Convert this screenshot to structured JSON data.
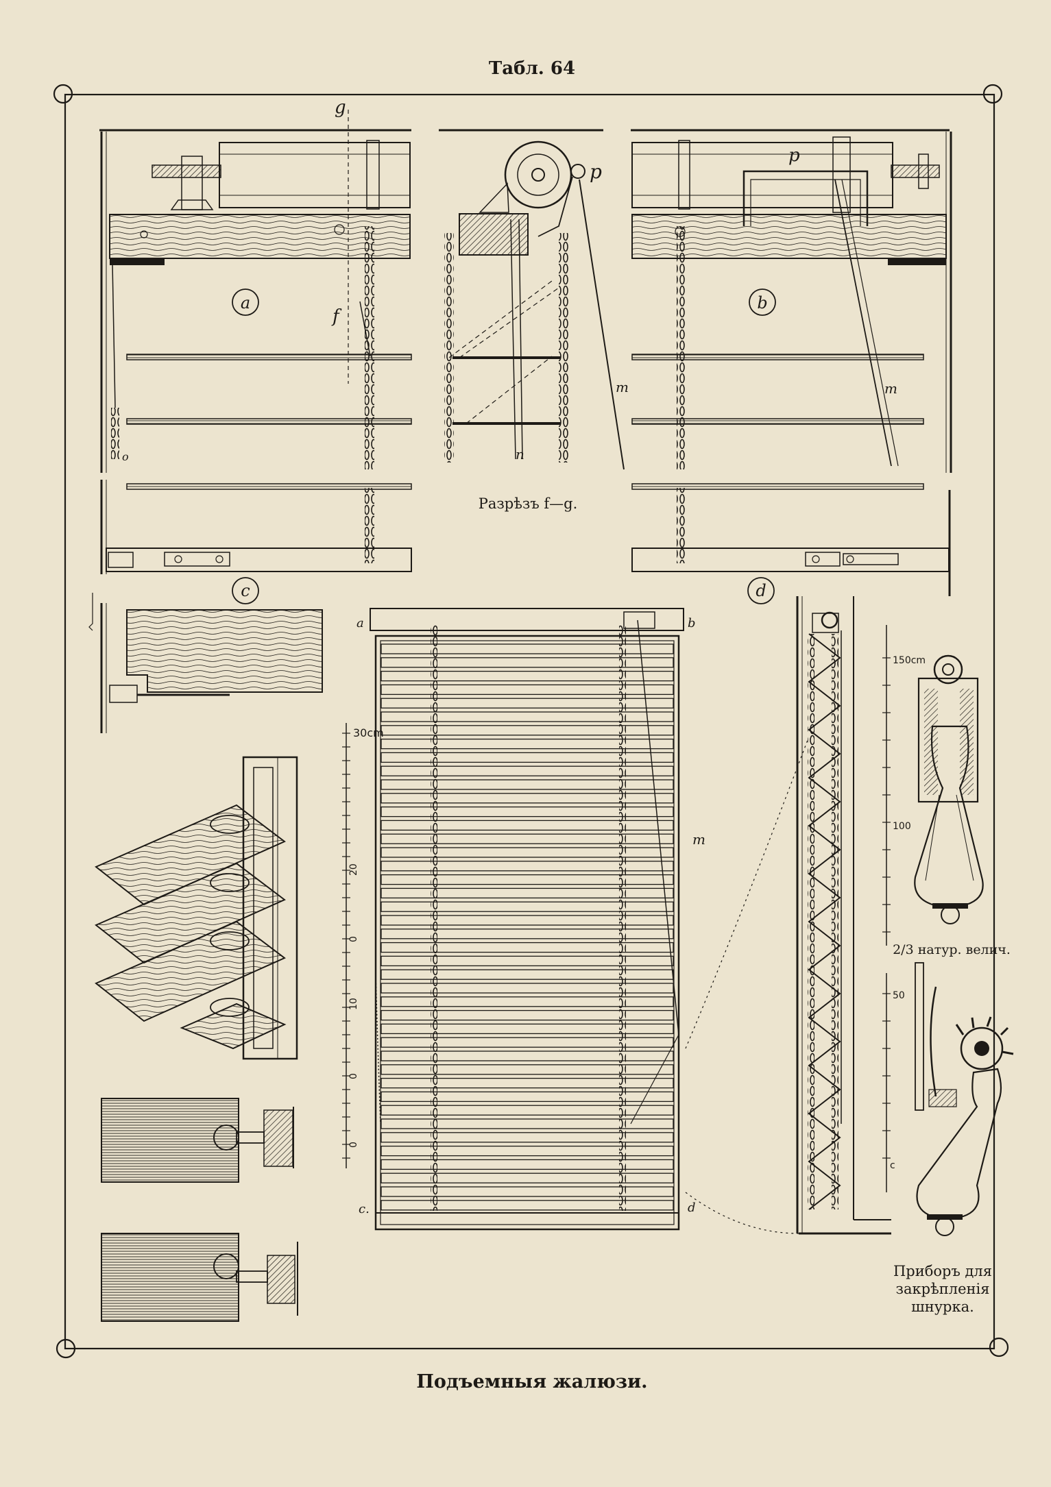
{
  "plate_number": "Табл. 64",
  "caption": "Подъемныя жалюзи.",
  "section_label": "Разрѣзъ f—g.",
  "figure_labels": {
    "a": "a",
    "b": "b",
    "c": "c",
    "d": "d"
  },
  "letters": {
    "f": "f",
    "g": "g",
    "p": "p",
    "m": "m",
    "n": "n",
    "o": "o",
    "corner_a": "a",
    "corner_b": "b",
    "corner_c": "c.",
    "corner_d": "d"
  },
  "scale_main": [
    "30cm",
    "20",
    "0",
    "10",
    "0",
    "0"
  ],
  "scale_fixture_top": [
    "150cm",
    "100"
  ],
  "scale_fixture_bottom": [
    "50",
    "c"
  ],
  "fixture_scale_note": "2/3 натур. велич.",
  "fixture_caption": [
    "Приборъ для",
    "закрѣпленія",
    "шнурка."
  ]
}
